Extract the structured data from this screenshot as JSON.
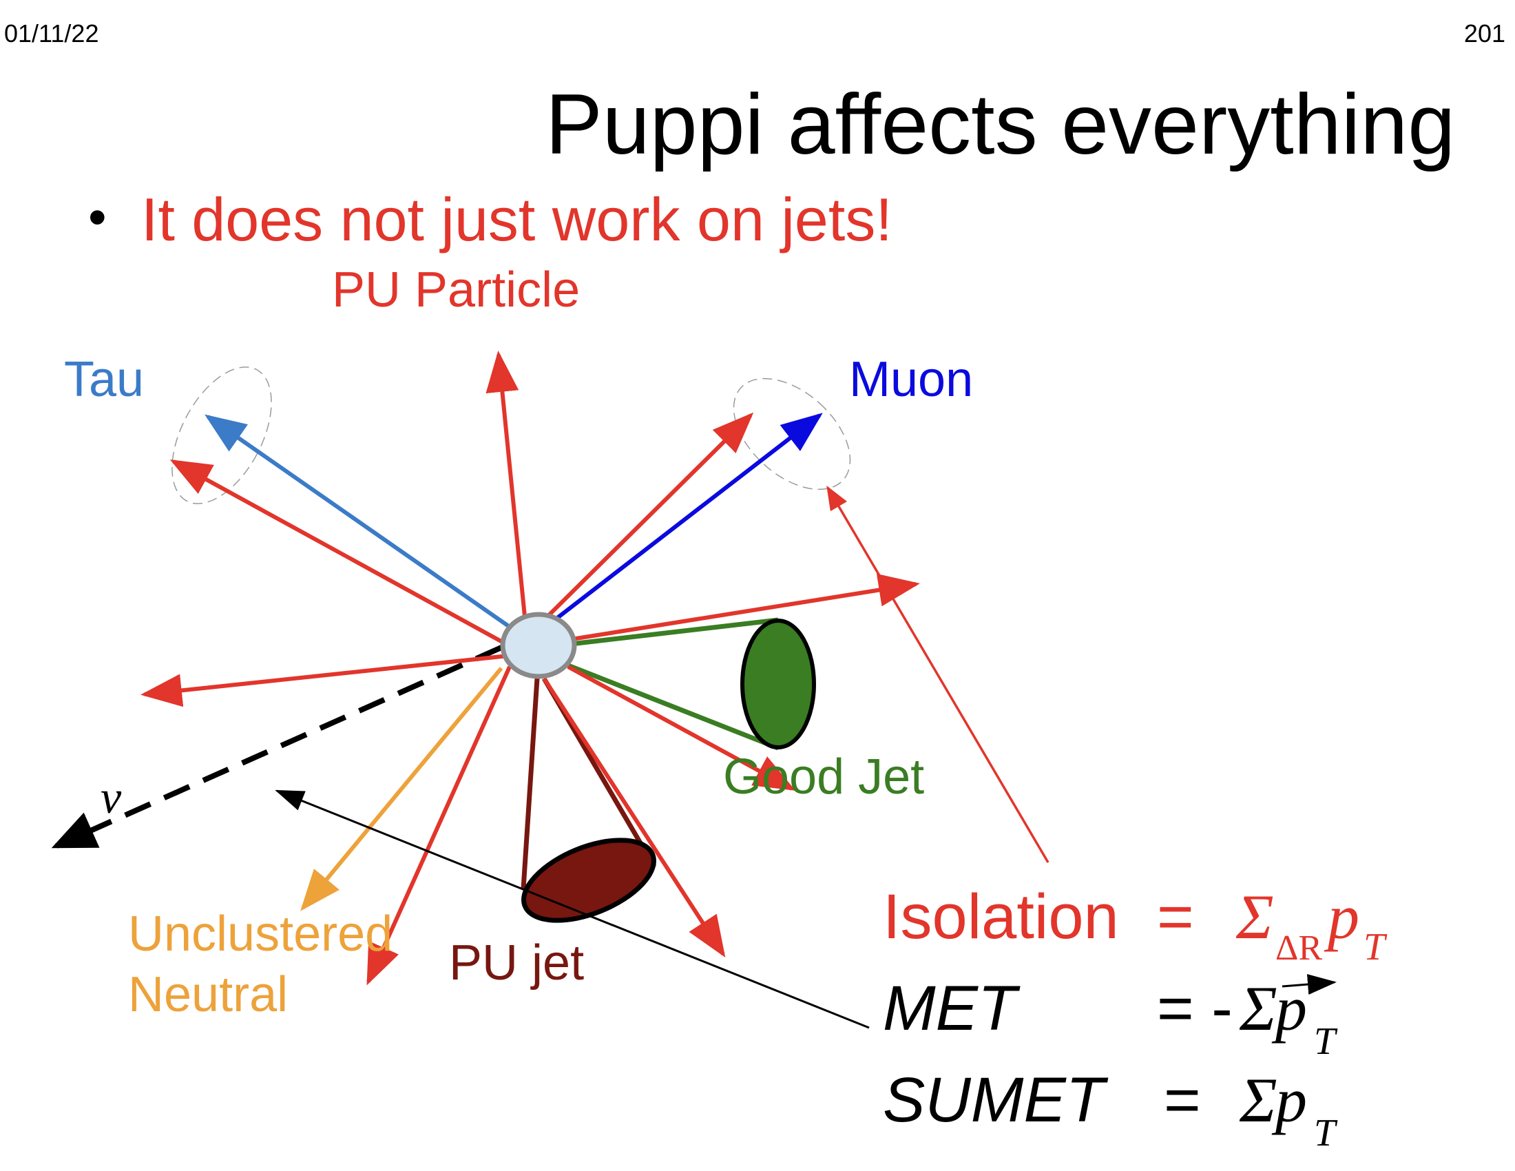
{
  "header": {
    "date": "01/11/22",
    "page_number": "201"
  },
  "slide": {
    "title": "Puppi affects everything",
    "bullet": "It does not just work on jets!"
  },
  "diagram": {
    "labels": {
      "pu_particle": "PU Particle",
      "tau": "Tau",
      "muon": "Muon",
      "good_jet": "Good Jet",
      "pu_jet": "PU jet",
      "unclustered_line1": "Unclustered",
      "unclustered_line2": "Neutral",
      "neutrino": "ν"
    },
    "colors": {
      "red": "#e2352b",
      "tau_blue": "#3b7bc8",
      "muon_blue": "#0a0adf",
      "green": "#3a7d23",
      "dark_red": "#771710",
      "orange": "#eda23a",
      "vertex_fill": "#d5e5f2",
      "vertex_stroke": "#8a8a8a"
    }
  },
  "formulas": {
    "isolation": {
      "name": "Isolation",
      "equals": "=",
      "sigma": "Σ",
      "subscript": "ΔR",
      "p": "p",
      "t": "T"
    },
    "met": {
      "name": "MET",
      "equals": "= -",
      "sigma": "Σ",
      "p": "p",
      "t": "T"
    },
    "sumet": {
      "name": "SUMET",
      "equals": "=",
      "sigma": "Σ",
      "p": "p",
      "t": "T"
    }
  }
}
